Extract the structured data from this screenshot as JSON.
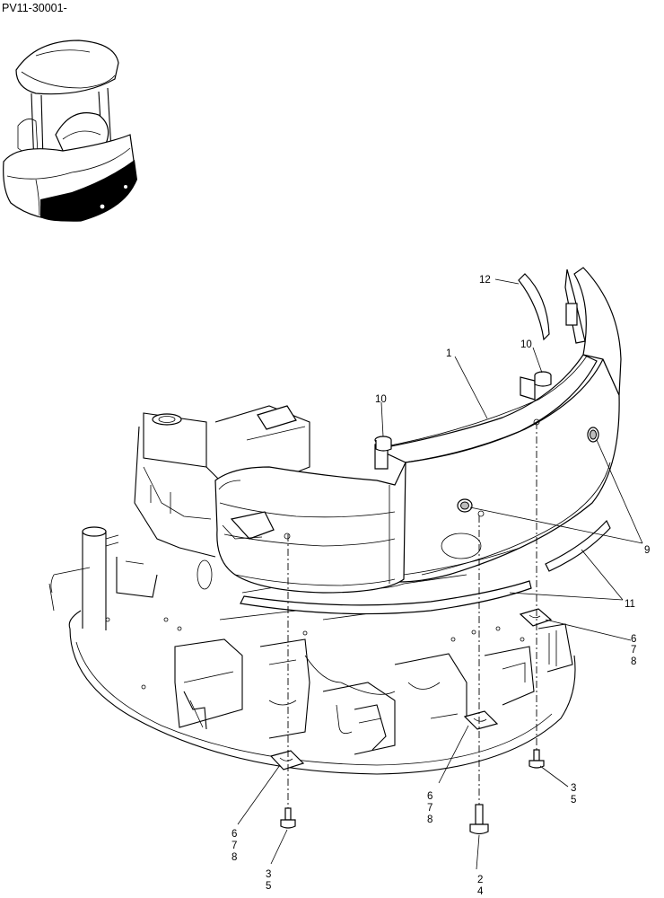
{
  "drawing_code": "PV11-30001-",
  "callouts": [
    {
      "id": "c12",
      "lines": [
        "12"
      ]
    },
    {
      "id": "c10a",
      "lines": [
        "10"
      ]
    },
    {
      "id": "c1",
      "lines": [
        "1"
      ]
    },
    {
      "id": "c10b",
      "lines": [
        "10"
      ]
    },
    {
      "id": "c9",
      "lines": [
        "9"
      ]
    },
    {
      "id": "c11",
      "lines": [
        "11"
      ]
    },
    {
      "id": "c678r",
      "lines": [
        "6",
        "7",
        "8"
      ]
    },
    {
      "id": "c35r",
      "lines": [
        "3",
        "5"
      ]
    },
    {
      "id": "c678m",
      "lines": [
        "6",
        "7",
        "8"
      ]
    },
    {
      "id": "c24",
      "lines": [
        "2",
        "4"
      ]
    },
    {
      "id": "c678l",
      "lines": [
        "6",
        "7",
        "8"
      ]
    },
    {
      "id": "c35l",
      "lines": [
        "3",
        "5"
      ]
    }
  ]
}
